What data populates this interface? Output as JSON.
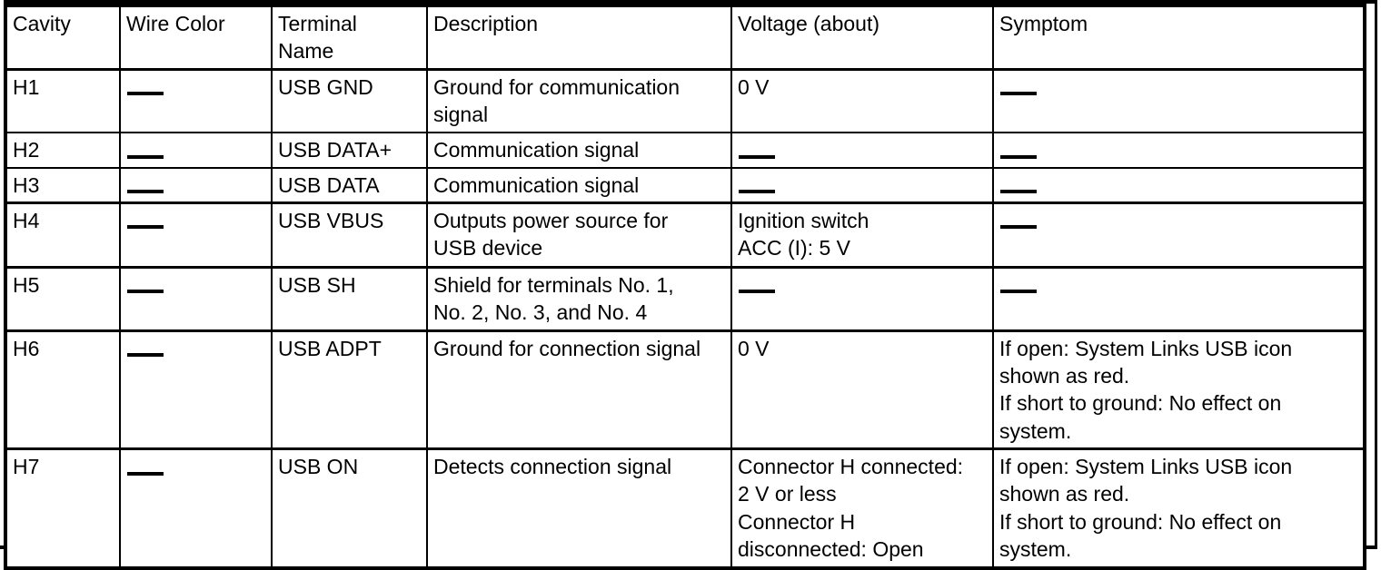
{
  "table": {
    "columns": [
      {
        "key": "cavity",
        "label": "Cavity"
      },
      {
        "key": "wire_color",
        "label": "Wire Color"
      },
      {
        "key": "terminal",
        "label": "Terminal\nName"
      },
      {
        "key": "description",
        "label": "Description"
      },
      {
        "key": "voltage",
        "label": "Voltage (about)"
      },
      {
        "key": "symptom",
        "label": "Symptom"
      }
    ],
    "dash_glyph": "—",
    "rows": [
      {
        "cavity": "H1",
        "wire_color": "—",
        "terminal": "USB GND",
        "description": "Ground for communication\nsignal",
        "voltage": "0 V",
        "symptom": "—"
      },
      {
        "cavity": "H2",
        "wire_color": "—",
        "terminal": "USB DATA+",
        "description": "Communication signal",
        "voltage": "—",
        "symptom": "—"
      },
      {
        "cavity": "H3",
        "wire_color": "—",
        "terminal": "USB DATA",
        "description": "Communication signal",
        "voltage": "—",
        "symptom": "—"
      },
      {
        "cavity": "H4",
        "wire_color": "—",
        "terminal": "USB VBUS",
        "description": "Outputs power source for\nUSB device",
        "voltage": "Ignition switch\nACC (I): 5 V",
        "symptom": "—"
      },
      {
        "cavity": "H5",
        "wire_color": "—",
        "terminal": "USB SH",
        "description": "Shield for terminals No. 1,\nNo. 2, No. 3, and No. 4",
        "voltage": "—",
        "symptom": "—"
      },
      {
        "cavity": "H6",
        "wire_color": "—",
        "terminal": "USB ADPT",
        "description": "Ground for connection signal",
        "voltage": "0 V",
        "symptom": "If open: System Links USB icon\nshown as red.\nIf short to ground: No effect on\nsystem."
      },
      {
        "cavity": "H7",
        "wire_color": "—",
        "terminal": "USB ON",
        "description": "Detects connection signal",
        "voltage": "Connector H connected:\n2 V or less\nConnector H\ndisconnected: Open",
        "symptom": "If open: System Links USB icon\nshown as red.\nIf short to ground: No effect on\nsystem."
      }
    ]
  },
  "style": {
    "text_color": "#000000",
    "border_color": "#000000",
    "background_color": "#ffffff"
  }
}
